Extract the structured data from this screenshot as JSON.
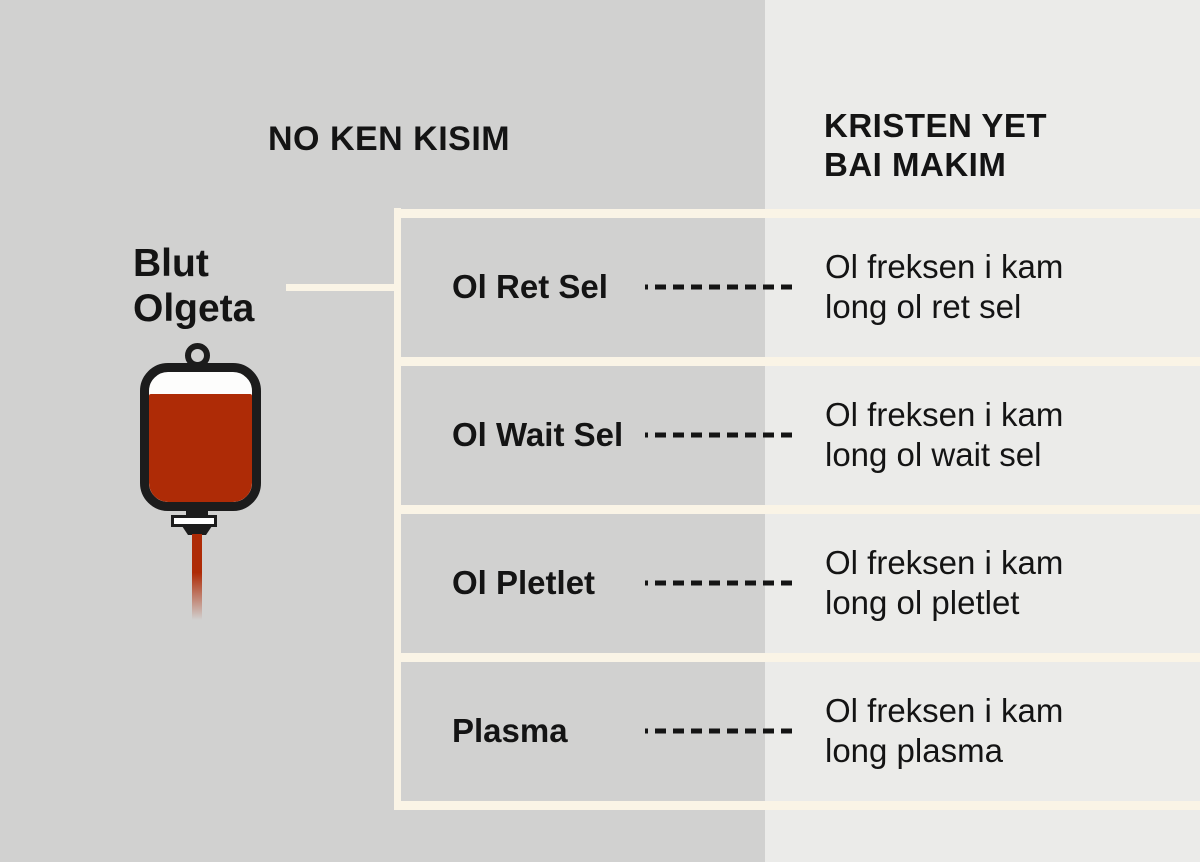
{
  "colors": {
    "bg-left": "#d1d1d0",
    "bg-right": "#ebebe9",
    "line": "#faf4e6",
    "ink": "#141414",
    "blood": "#ae2b06"
  },
  "headers": {
    "left": "NO KEN KISIM",
    "right_line1": "KRISTEN YET",
    "right_line2": "BAI MAKIM"
  },
  "source": {
    "label_line1": "Blut",
    "label_line2": "Olgeta",
    "icon": "blood-bag"
  },
  "rows": [
    {
      "label": "Ol Ret Sel",
      "desc_line1": "Ol freksen i kam",
      "desc_line2": "long ol ret sel"
    },
    {
      "label": "Ol Wait Sel",
      "desc_line1": "Ol freksen i kam",
      "desc_line2": "long ol wait sel"
    },
    {
      "label": "Ol Pletlet",
      "desc_line1": "Ol freksen i kam",
      "desc_line2": "long ol pletlet"
    },
    {
      "label": "Plasma",
      "desc_line1": "Ol freksen i kam",
      "desc_line2": "long plasma"
    }
  ]
}
